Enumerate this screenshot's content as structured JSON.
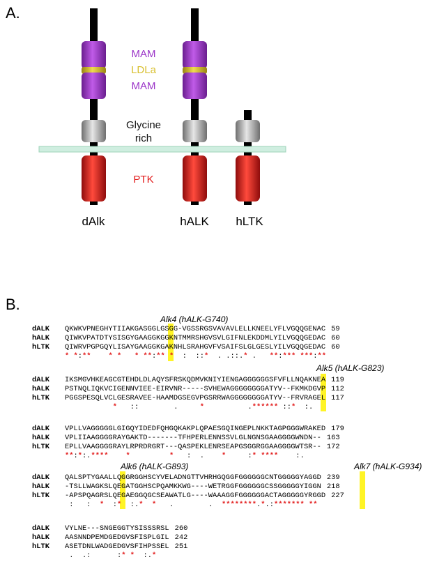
{
  "panel_a_label": "A.",
  "panel_b_label": "B.",
  "domains": {
    "mam_top": "MAM",
    "ldla": "LDLa",
    "mam_bottom": "MAM",
    "glycine_line1": "Glycine",
    "glycine_line2": "rich",
    "ptk": "PTK"
  },
  "proteins": [
    "dAlk",
    "hALK",
    "hLTK"
  ],
  "colors": {
    "mam": "#a43fd0",
    "ldla": "#d8c030",
    "glycine": "#bdbdbd",
    "ptk": "#e21b1b",
    "membrane": "#cfeee0",
    "star": "#e21b1b",
    "highlight": "#fff200"
  },
  "annotations": {
    "alk4": "Alk4 (hALK-G740)",
    "alk5": "Alk5 (hALK-G823)",
    "alk6": "Alk6 (hALK-G893)",
    "alk7": "Alk7 (hALK-G934)"
  },
  "alignment_blocks": [
    {
      "rows": [
        {
          "name": "dALK",
          "seq": "QKWKVPNEGHYTIIAKGASGGLGSGG-VGSSRGSVAVAVLELLKNEELYFLVGQQGENAC",
          "num": "59"
        },
        {
          "name": "hALK",
          "seq": "QIWKVPATDTYSISGYGAAGGKGGKNTMMRSHGVSVLGIFNLEKDDMLYILVGQQGEDAC",
          "num": "60"
        },
        {
          "name": "hLTK",
          "seq": "QIWRVPGPGQYLISAYGAAGGKGAKNHLSRAHGVFVSAIFSLGLGESLYILVGQQGEDAC",
          "num": "60"
        }
      ],
      "cons": "* *:**    * *   * **:** *  :  ::*  . .::.* .   **:*** ***:**"
    },
    {
      "rows": [
        {
          "name": "dALK",
          "seq": "IKSMGVHKEAGCGTEHDLDLAQYSFRSKQDMVKNIYIENGAGGGGGGSFVFLLNQAKNEA",
          "num": "119"
        },
        {
          "name": "hALK",
          "seq": "PSTNQLIQKVCIGENNVIEE-EIRVNR-----SVHEWAGGGGGGGGATYV--FKMKDGVP",
          "num": "112"
        },
        {
          "name": "hLTK",
          "seq": "PGGSPESQLVCLGESRAVEE-HAAMDGSEGVPGSRRWAGGGGGGGGATYV--FRVRAGEL",
          "num": "117"
        }
      ],
      "cons": "           *   ::        .     *          .****** ::*  :.     "
    },
    {
      "rows": [
        {
          "name": "dALK",
          "seq": "VPLLVAGGGGGLGIGQYIDEDFQHGQKAKPLQPAESGQINGEPLNKKTAGPGGGWRAKED",
          "num": "179"
        },
        {
          "name": "hALK",
          "seq": "VPLIIAAGGGGRAYGAKTD-------TFHPERLENNSSVLGLNGNSGAAGGGGWNDN--",
          "num": "163"
        },
        {
          "name": "hLTK",
          "seq": "EPLLVAAGGGGRAYLRPRDRGRT---QASPEKLENRSEAPGSGGRGGAAGGGGWTSR--",
          "num": "172"
        }
      ],
      "cons": "**:*:.****    *         *   :  .    *     :* ****    :.      "
    },
    {
      "rows": [
        {
          "name": "dALK",
          "seq": "QALSPTYGAALLQGGRGGHSCYVELADNGTTVHRHGQGGFGGGGGGCNTGGGGGYAGGD",
          "num": "239"
        },
        {
          "name": "hALK",
          "seq": "-TSLLWAGKSLQEGATGGHSCPQAMKKWG----WETRGGFGGGGGGCSSGGGGGYIGGN",
          "num": "218"
        },
        {
          "name": "hLTK",
          "seq": "-APSPQAGRSLQEGAEGGQGCSEAWATLG----WAAAGGFGGGGGGACTAGGGGGYRGGD",
          "num": "227"
        }
      ],
      "cons": " :   :  *  :*  :.*  *   .        .  ********.*.:******* ** "
    },
    {
      "rows": [
        {
          "name": "dALK",
          "seq": "VYLNE---SNGEGGTYSISSSRSL",
          "num": "260"
        },
        {
          "name": "hALK",
          "seq": "AASNNDPEMDGEDGVSFISPLGIL",
          "num": "242"
        },
        {
          "name": "hLTK",
          "seq": "ASETDNLWADGEDGVSFIHPSSEL",
          "num": "251"
        }
      ],
      "cons": " .  .:      :* *  :.*    "
    }
  ]
}
